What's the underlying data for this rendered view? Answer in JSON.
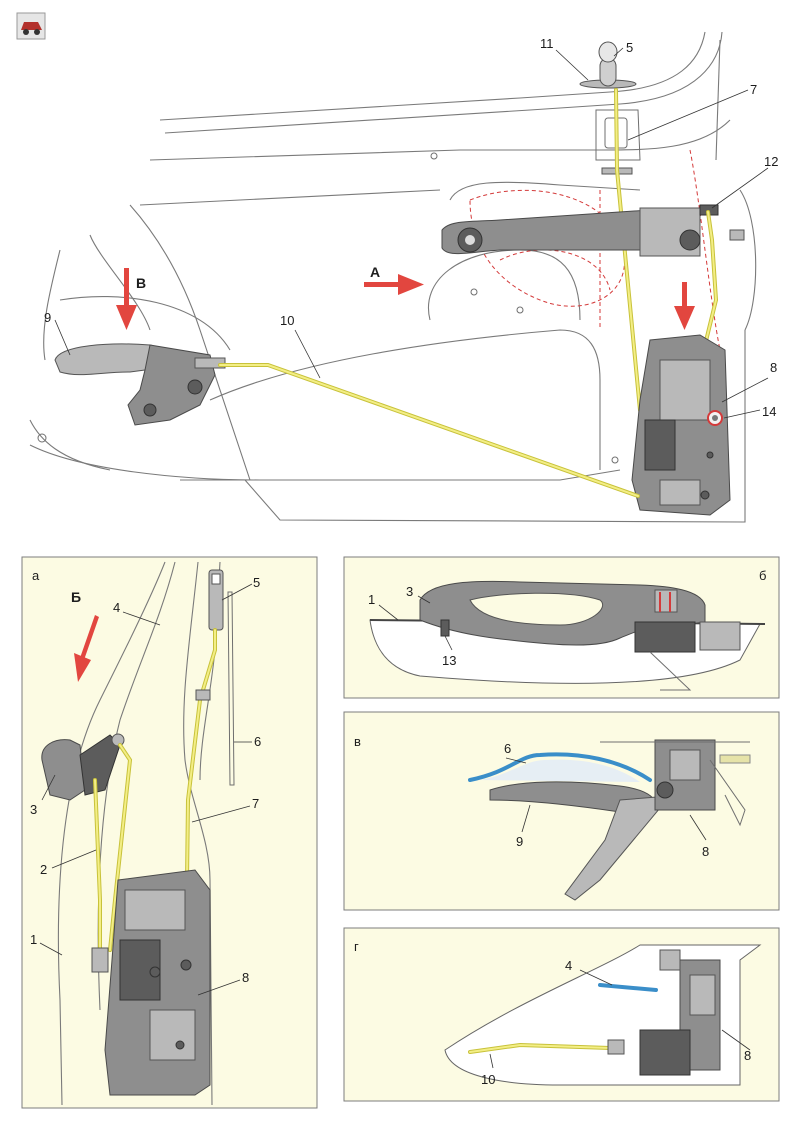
{
  "main_view": {
    "labels": [
      "11",
      "5",
      "7",
      "12",
      "В",
      "А",
      "9",
      "10",
      "8",
      "14"
    ]
  },
  "panel_a": {
    "tag": "а",
    "labels": [
      "Б",
      "4",
      "5",
      "3",
      "2",
      "1",
      "6",
      "7",
      "8"
    ]
  },
  "panel_b": {
    "tag": "б",
    "labels": [
      "1",
      "3",
      "13"
    ]
  },
  "panel_v": {
    "tag": "в",
    "labels": [
      "6",
      "9",
      "8"
    ]
  },
  "panel_g": {
    "tag": "г",
    "labels": [
      "4",
      "8",
      "10"
    ]
  },
  "colors": {
    "rod": "#f3ee86",
    "arrow": "#e2463f",
    "seal": "#3a8ec9",
    "panel": "#fcfbe3"
  },
  "icons": [
    "car-logo-icon"
  ]
}
